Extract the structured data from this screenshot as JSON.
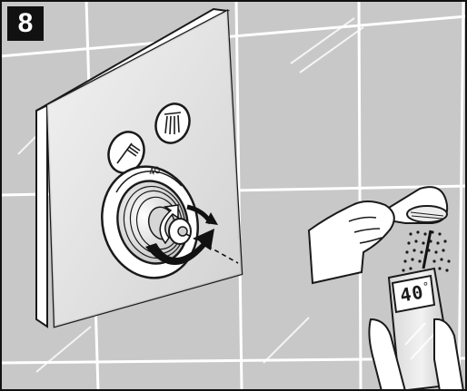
{
  "step": {
    "number": "8"
  },
  "thermostat": {
    "temperature_mark": "40",
    "button_left_icon": "hand-shower-icon",
    "button_right_icon": "overhead-shower-icon"
  },
  "thermometer": {
    "reading": "40",
    "unit": "°"
  },
  "colors": {
    "frame": "#111111",
    "tiles": "#c8c8c8",
    "grout": "#ffffff",
    "plate": "#e6e6e6",
    "ink": "#1a1a1a"
  }
}
